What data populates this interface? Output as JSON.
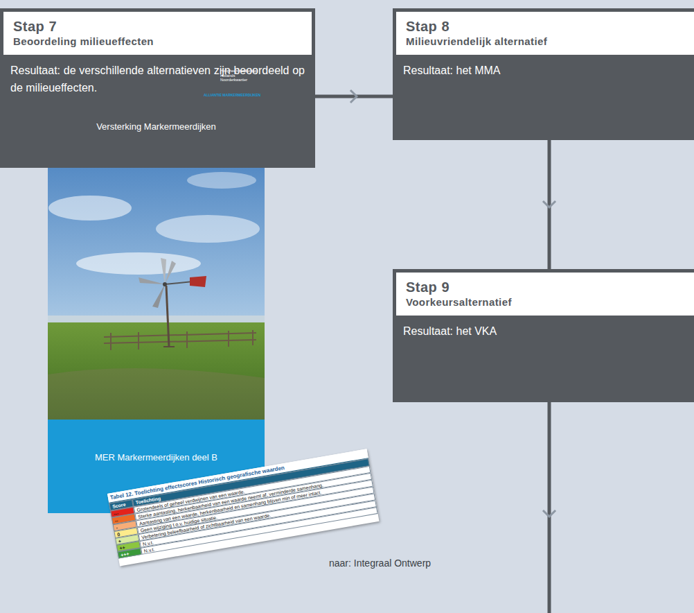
{
  "diagram": {
    "nodes": [
      {
        "text": [
          "Stap 7",
          "Beoordeling milieueffecten",
          "Resultaat: de verschillende alternatieven zijn beoordeeld op de milieueffecten."
        ]
      },
      {
        "text": [
          "Stap 8",
          "Milieuvriendelijk alternatief",
          "Resultaat: het MMA"
        ]
      },
      {
        "text": [
          "Stap 9",
          "Voorkeursalternatief",
          "Resultaat: het VKA"
        ]
      }
    ],
    "edges": [
      {
        "from": 0,
        "to": 1,
        "arrow": "to"
      },
      {
        "from": 1,
        "to": 2,
        "arrow": "to"
      }
    ],
    "labels": [
      "Hoogheemraadschap Hollands Noorderkwartier",
      "ALLIANTIE MARKERMEERDIJKEN",
      "Versterking Markermeerdijken",
      "MER Markermeerdijken deel B",
      "Tabel 12. Toelichting effectscores Historisch geografische waarden",
      "Score",
      "Toelichting",
      "---",
      "Grotendeels of geheel verdwijnen van een waarde.",
      "--",
      "Sterke aantasting, herkenbaarheid van een waarde neemt af, verminderde samenhang.",
      "-",
      "Aantasting van een waarde, herkenbaarheid en samenhang blijven min of meer intact.",
      "0",
      "Geen wijziging t.o.v. huidige situatie.",
      "+",
      "Verbetering beleefbaarheid of zichtbaarheid van een waarde.",
      "++",
      "N.v.t.",
      "+++",
      "N.v.t.",
      "naar: Integraal Ontwerp"
    ]
  }
}
